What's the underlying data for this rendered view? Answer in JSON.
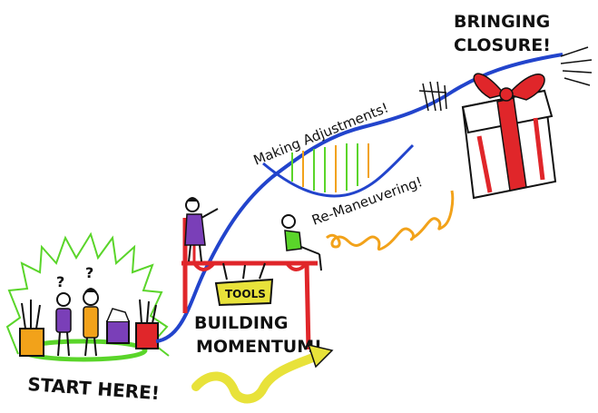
{
  "labels": {
    "start": "START HERE!",
    "building_line1": "BUILDING",
    "building_line2": "MOMENTUM!",
    "tools": "TOOLS",
    "adjustments": "Making Adjustments!",
    "remaneuvering": "Re-Maneuvering!",
    "closure_line1": "BRINGING",
    "closure_line2": "CLOSURE!",
    "question1": "?",
    "question2": "?"
  },
  "colors": {
    "green": "#5ad52a",
    "blue": "#2244cc",
    "red": "#e0262a",
    "yellow": "#e8e23a",
    "orange": "#f2a21a",
    "purple": "#7a3fb8",
    "dark": "#111111"
  }
}
